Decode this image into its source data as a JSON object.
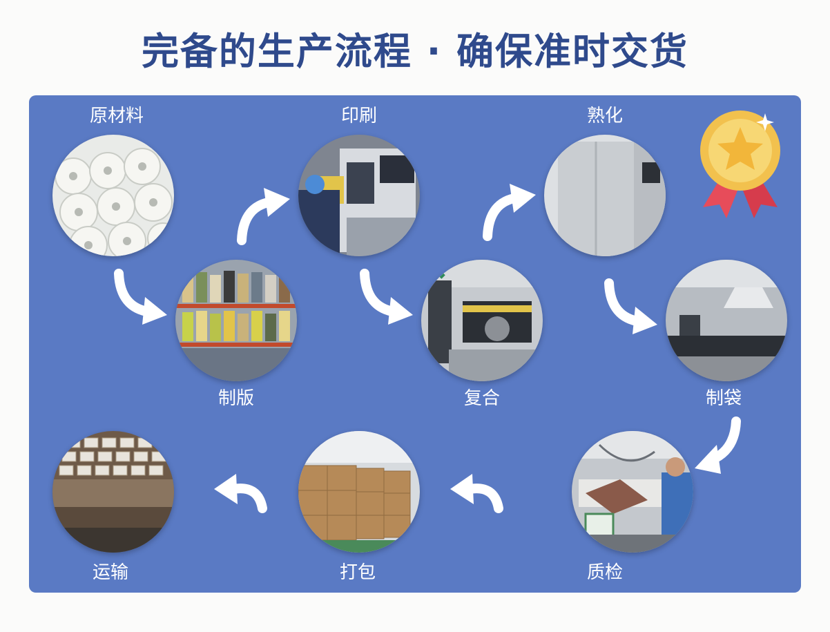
{
  "title": "完备的生产流程 · 确保准时交货",
  "steps": [
    {
      "id": "raw-material",
      "label": "原材料"
    },
    {
      "id": "printing",
      "label": "印刷"
    },
    {
      "id": "curing",
      "label": "熟化"
    },
    {
      "id": "plate-making",
      "label": "制版"
    },
    {
      "id": "laminating",
      "label": "复合"
    },
    {
      "id": "bag-making",
      "label": "制袋"
    },
    {
      "id": "quality-check",
      "label": "质检"
    },
    {
      "id": "packing",
      "label": "打包"
    },
    {
      "id": "shipping",
      "label": "运输"
    }
  ],
  "icons": {
    "arrow": "curved-arrow-icon",
    "medal": "medal-icon"
  },
  "colors": {
    "title": "#2f4a8c",
    "panel": "#5a7ac4",
    "label": "#ffffff",
    "medal_gold": "#f2c14e",
    "ribbon": "#e74c5a"
  }
}
